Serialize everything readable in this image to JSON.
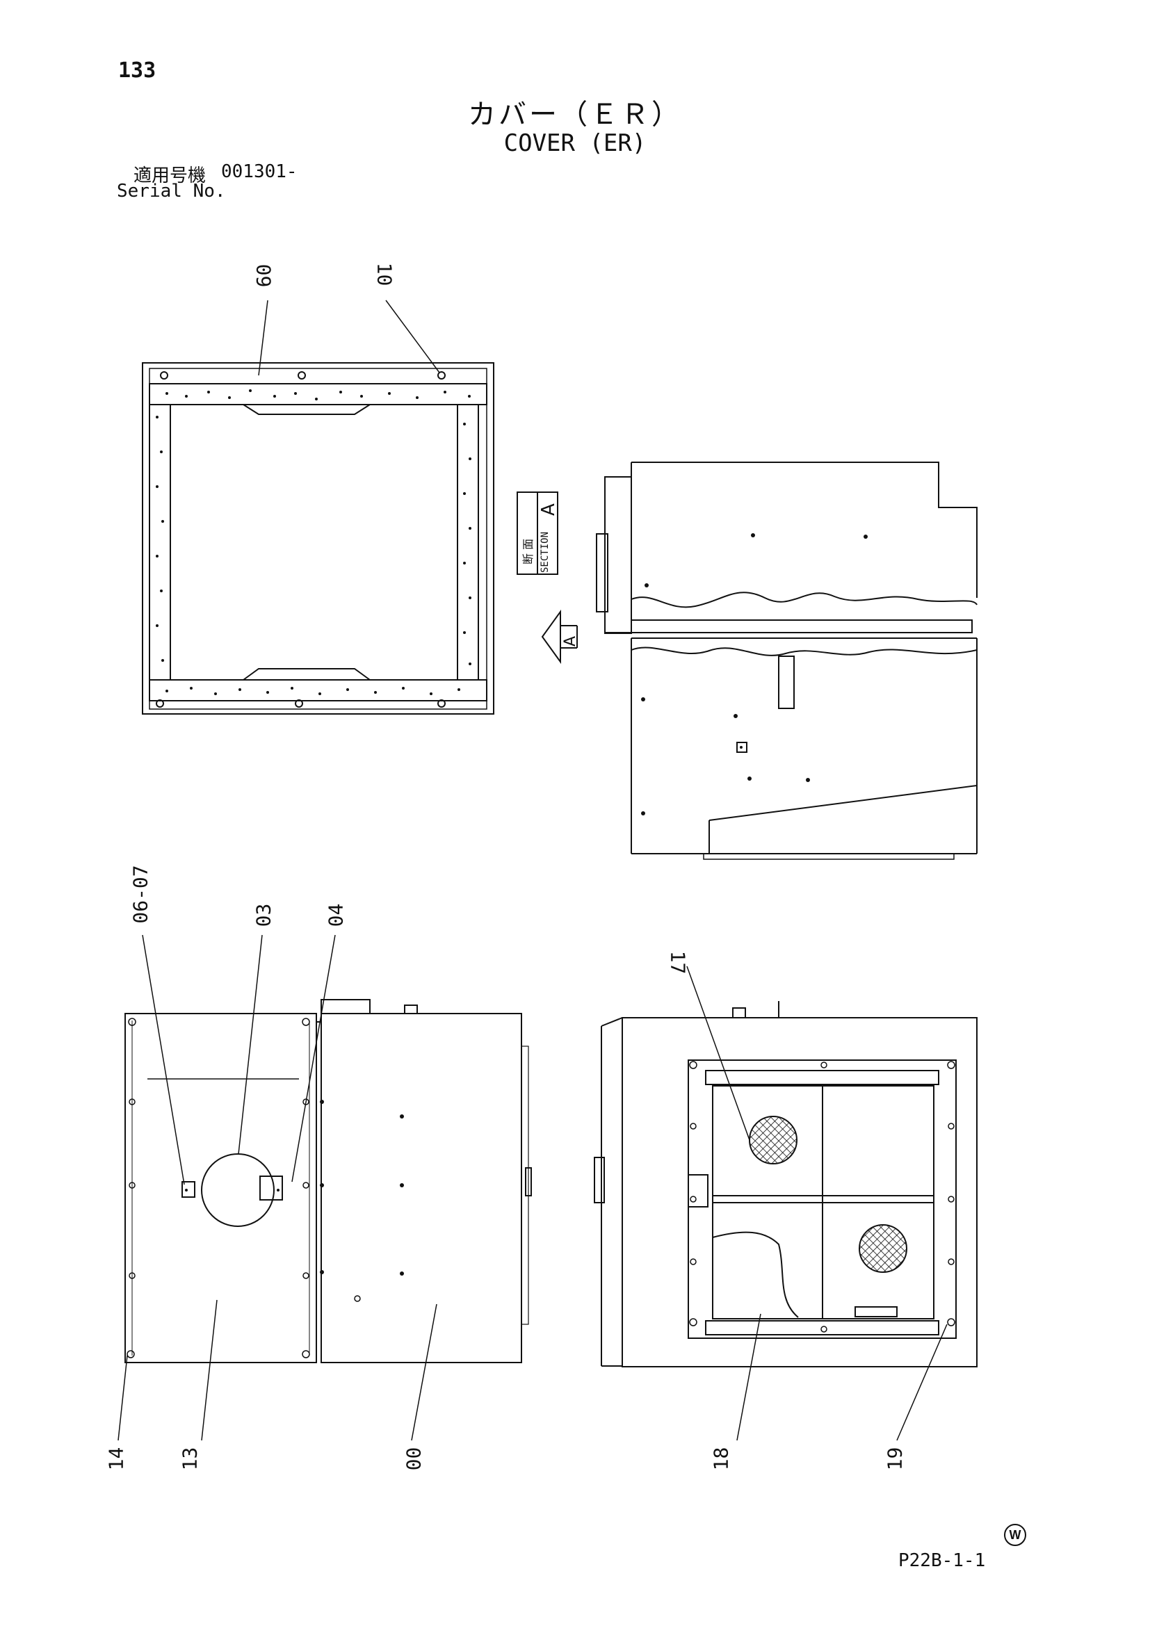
{
  "page_number": "133",
  "title_jp": "カバー（ＥＲ）",
  "title_en": "COVER (ER)",
  "serial": {
    "label_jp": "適用号機",
    "number": "001301-",
    "label_en": "Serial No."
  },
  "section": {
    "label_jp_1": "断",
    "label_jp_2": "面",
    "label_en": "SECTION",
    "letter": "A",
    "arrow_letter": "A"
  },
  "callouts": {
    "c09": "09",
    "c10": "10",
    "c06_07": "06-07",
    "c03": "03",
    "c04": "04",
    "c14": "14",
    "c13": "13",
    "c00": "00",
    "c17": "17",
    "c18": "18",
    "c19": "19"
  },
  "maker_mark": "W",
  "drawing_code": "P22B-1-1"
}
